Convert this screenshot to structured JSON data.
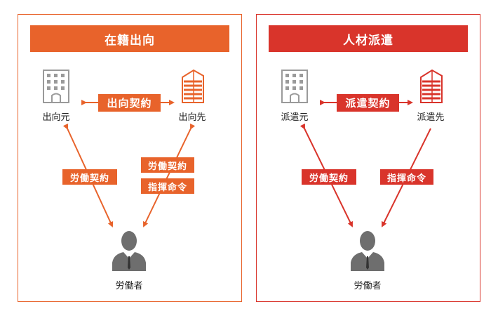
{
  "left": {
    "title": "在籍出向",
    "source_label": "出向元",
    "dest_label": "出向先",
    "center_contract": "出向契約",
    "left_arrow_label": "労働契約",
    "right_arrow_labels": [
      "労働契約",
      "指揮命令"
    ],
    "worker_label": "労働者"
  },
  "right": {
    "title": "人材派遣",
    "source_label": "派遣元",
    "dest_label": "派遣先",
    "center_contract": "派遣契約",
    "left_arrow_label": "労働契約",
    "right_arrow_label": "指揮命令",
    "worker_label": "労働者"
  },
  "colors": {
    "left_accent": "#e8632b",
    "right_accent": "#d9342b",
    "building_gray": "#9a9a9a",
    "worker_gray": "#6e6e6e"
  },
  "icons": {
    "source_building": "office-building-icon",
    "dest_building": "striped-building-icon",
    "worker": "person-bust-icon"
  }
}
